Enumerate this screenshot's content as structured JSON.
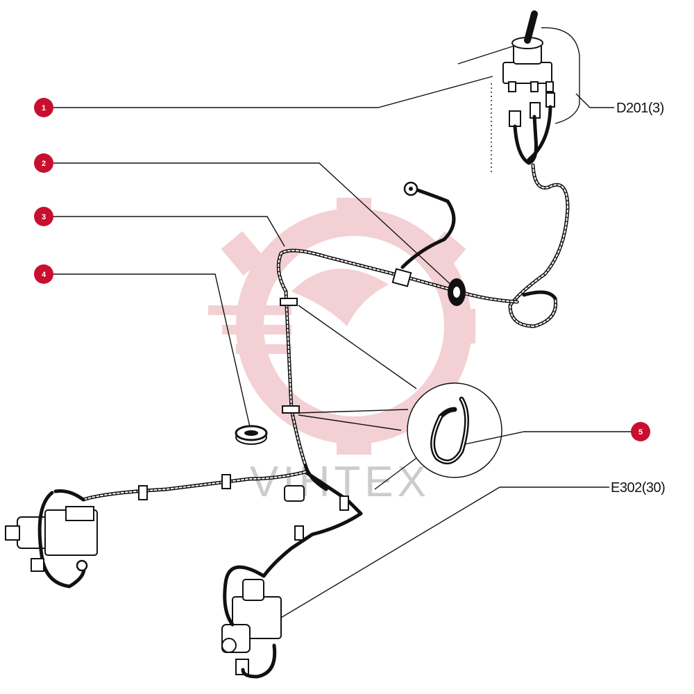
{
  "callouts": [
    {
      "num": "1"
    },
    {
      "num": "2"
    },
    {
      "num": "3"
    },
    {
      "num": "4"
    },
    {
      "num": "5"
    }
  ],
  "references": {
    "switch_ref": "D201(3)",
    "motor_ref": "E302(30)"
  },
  "watermark": {
    "text": "VIHTEX"
  },
  "colors": {
    "callout": "#c8102e",
    "watermark": "#e9a3a8",
    "line": "#111111"
  }
}
